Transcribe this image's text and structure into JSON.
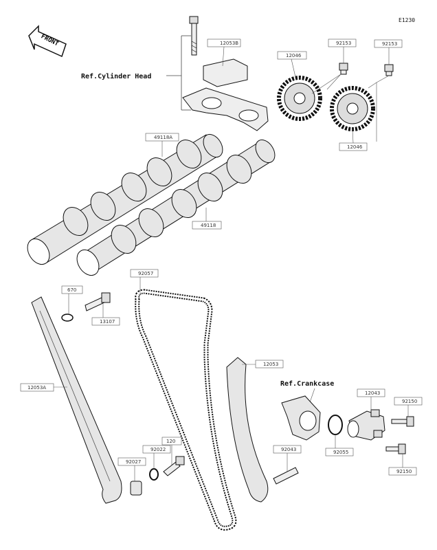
{
  "diagram": {
    "code": "E1230",
    "front_label": "FRONT",
    "refs": {
      "cylinder_head": "Ref.Cylinder Head",
      "crankcase": "Ref.Crankcase"
    },
    "parts": {
      "p12053B": "12053B",
      "p12046_top": "12046",
      "p92153_a": "92153",
      "p92153_b": "92153",
      "p12046_bottom": "12046",
      "p49118A": "49118A",
      "p49118": "49118",
      "p92057": "92057",
      "p670": "670",
      "p13107": "13107",
      "p12053A": "12053A",
      "p12053": "12053",
      "p12043": "12043",
      "p92150_a": "92150",
      "p92055": "92055",
      "p92043": "92043",
      "p92150_b": "92150",
      "p92022": "92022",
      "p120": "120",
      "p92027": "92027"
    }
  }
}
